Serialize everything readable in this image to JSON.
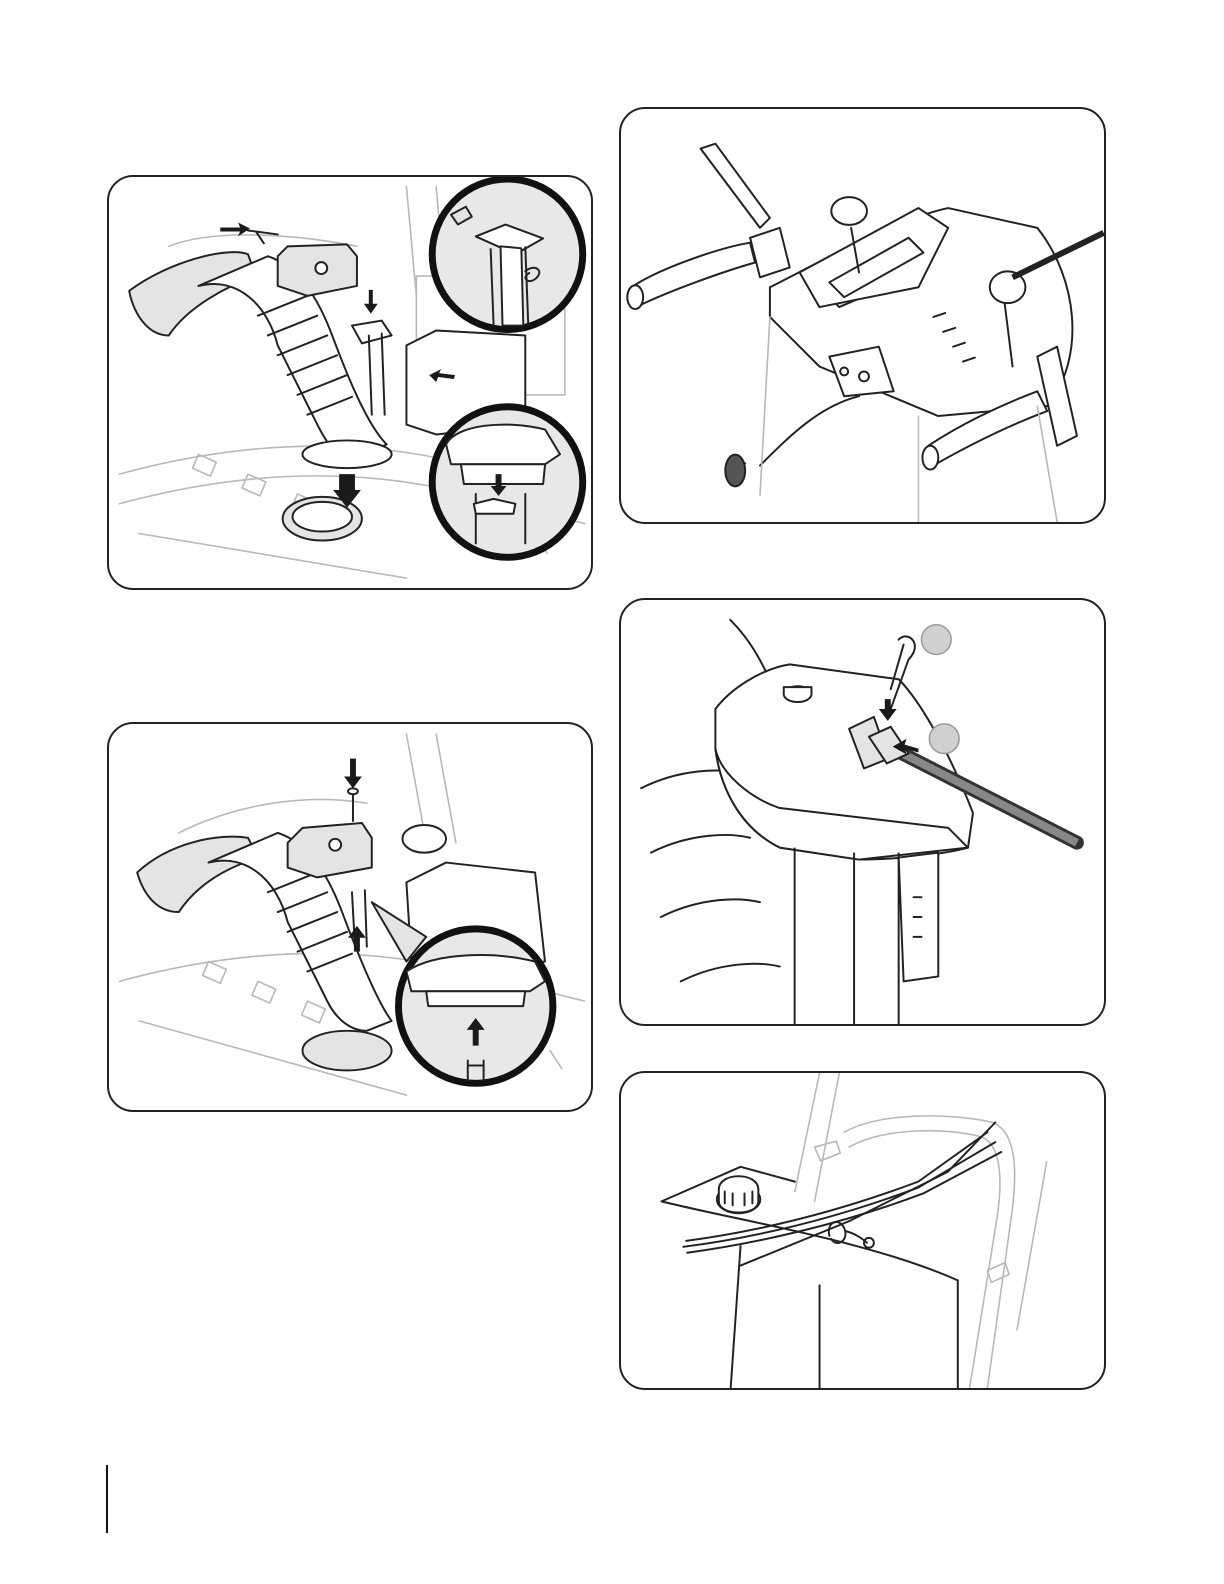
{
  "figures": [
    {
      "id": "fig-chute-install",
      "callouts": []
    },
    {
      "id": "fig-shift-crank",
      "callouts": []
    },
    {
      "id": "fig-chute-screw",
      "callouts": []
    },
    {
      "id": "fig-crank-pin",
      "callouts": [
        "",
        ""
      ]
    },
    {
      "id": "fig-cable-tie",
      "callouts": []
    }
  ],
  "colors": {
    "line": "#222222",
    "light_line": "#b8b8b8",
    "shade": "#e4e4e4",
    "border": "#222222"
  }
}
